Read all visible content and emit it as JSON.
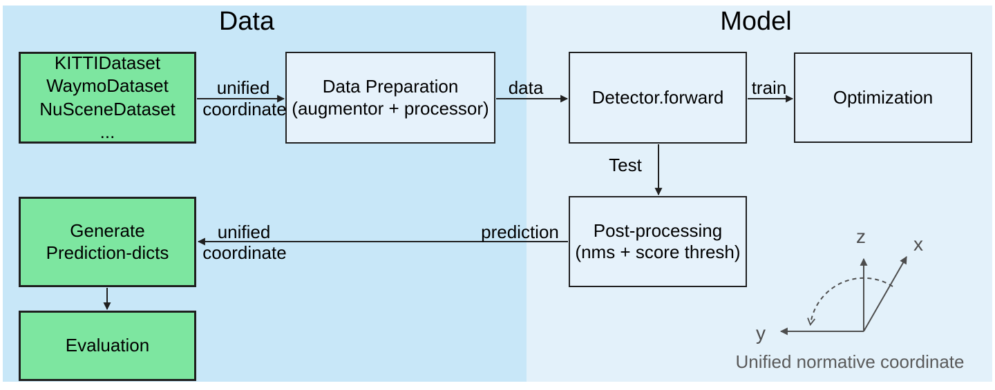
{
  "panels": {
    "data": {
      "title": "Data"
    },
    "model": {
      "title": "Model"
    }
  },
  "boxes": {
    "datasets": {
      "lines": [
        "KITTIDataset",
        "WaymoDataset",
        "NuSceneDataset",
        "..."
      ]
    },
    "data_preparation": {
      "lines": [
        "Data Preparation",
        "(augmentor + processor)"
      ]
    },
    "detector": {
      "label": "Detector.forward"
    },
    "optimization": {
      "label": "Optimization"
    },
    "post_processing": {
      "lines": [
        "Post-processing",
        "(nms + score thresh)"
      ]
    },
    "generate_prediction": {
      "lines": [
        "Generate",
        "Prediction-dicts"
      ]
    },
    "evaluation": {
      "label": "Evaluation"
    }
  },
  "edges": {
    "datasets_to_preparation": {
      "label_top": "unified",
      "label_bottom": "coordinate"
    },
    "preparation_to_detector": {
      "label": "data"
    },
    "detector_to_optimization": {
      "label": "train"
    },
    "detector_to_postprocessing": {
      "label": "Test"
    },
    "postprocessing_to_generate": {
      "label_source": "prediction",
      "label_top": "unified",
      "label_bottom": "coordinate"
    }
  },
  "coordinate_diagram": {
    "z_label": "z",
    "x_label": "x",
    "y_label": "y",
    "caption": "Unified normative coordinate"
  },
  "colors": {
    "data_panel_bg": "#c8e7f8",
    "model_panel_bg": "#e3f1fa",
    "green_box_fill": "#7de6a0",
    "blue_box_fill": "#e6f2fb",
    "box_border": "#1f1f1f",
    "arrow": "#1f1f1f",
    "axis": "#4d4d4d",
    "caption_text": "#5a5a5a"
  }
}
